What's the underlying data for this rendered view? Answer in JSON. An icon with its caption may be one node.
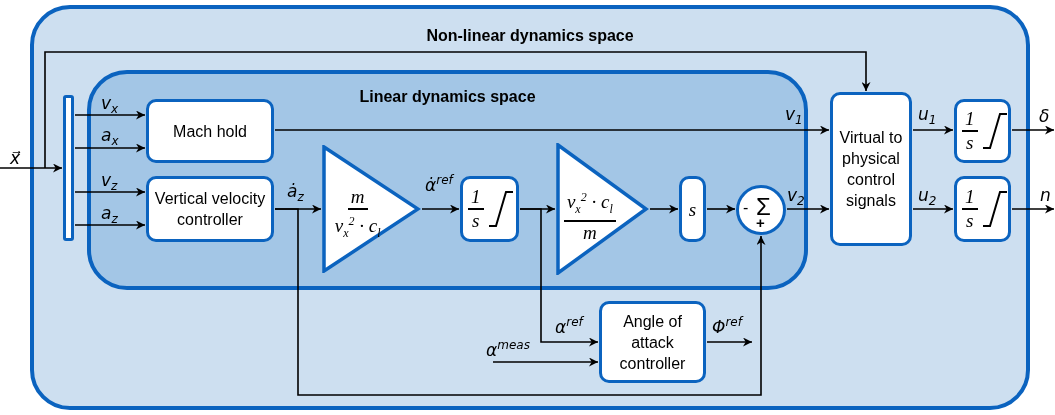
{
  "diagram": {
    "nodes": [
      {
        "text": [
          "Non-linear dynamics space"
        ]
      },
      {
        "text": [
          "Linear dynamics space"
        ],
        "in": 0
      },
      {
        "text": [],
        "shape": "bar",
        "in": 0
      },
      {
        "text": [
          "Mach hold"
        ],
        "in": 1
      },
      {
        "text": [
          "Vertical velocity controller"
        ],
        "in": 1
      },
      {
        "text": [
          "m",
          "v$_{x}$$^{2}$ · c$_{l}$"
        ],
        "in": 1
      },
      {
        "text": [
          "1",
          "s"
        ],
        "in": 1
      },
      {
        "text": [
          "v$_{x}$$^{2}$ · c$_{l}$",
          "m"
        ],
        "in": 1
      },
      {
        "text": [
          "s"
        ],
        "in": 1
      },
      {
        "text": [
          "-",
          "Σ",
          "+"
        ],
        "in": 1
      },
      {
        "text": [
          "Virtual to physical control signals"
        ],
        "in": 0
      },
      {
        "text": [
          "1",
          "s"
        ],
        "in": 0
      },
      {
        "text": [
          "1",
          "s"
        ],
        "in": 0
      },
      {
        "text": [
          "Angle of attack controller"
        ],
        "in": 0
      }
    ],
    "edges": [
      {
        "from": null,
        "to": 2,
        "arrow": "to",
        "label": "x⃗"
      },
      {
        "from": null,
        "to": 10,
        "arrow": "to"
      },
      {
        "from": 2,
        "to": 3,
        "arrow": "to",
        "label": "v$_{x}$"
      },
      {
        "from": 2,
        "to": 3,
        "arrow": "to",
        "label": "a$_{x}$"
      },
      {
        "from": 2,
        "to": 4,
        "arrow": "to",
        "label": "v$_{z}$"
      },
      {
        "from": 2,
        "to": 4,
        "arrow": "to",
        "label": "a$_{z}$"
      },
      {
        "from": 3,
        "to": 10,
        "arrow": "to",
        "label": "v$_{1}$"
      },
      {
        "from": 4,
        "to": 5,
        "arrow": "to",
        "label": "ȧ$_{z}$"
      },
      {
        "from": 4,
        "to": 9,
        "arrow": "to"
      },
      {
        "from": 5,
        "to": 6,
        "arrow": "to",
        "label": "α̇$^{ref}$"
      },
      {
        "from": 6,
        "to": 7,
        "arrow": "to"
      },
      {
        "from": 6,
        "to": 13,
        "arrow": "to",
        "label": "α$^{ref}$"
      },
      {
        "from": 7,
        "to": 8,
        "arrow": "to"
      },
      {
        "from": 8,
        "to": 9,
        "arrow": "to"
      },
      {
        "from": 9,
        "to": 10,
        "arrow": "to",
        "label": "v$_{2}$"
      },
      {
        "from": 10,
        "to": 11,
        "arrow": "to",
        "label": "u$_{1}$"
      },
      {
        "from": 10,
        "to": 12,
        "arrow": "to",
        "label": "u$_{2}$"
      },
      {
        "from": 11,
        "to": null,
        "arrow": "to",
        "label": "δ"
      },
      {
        "from": 12,
        "to": null,
        "arrow": "to",
        "label": "n"
      },
      {
        "from": null,
        "to": 13,
        "arrow": "to",
        "label": "α$^{meas}$"
      },
      {
        "from": 13,
        "to": null,
        "arrow": "to",
        "label": "Φ$^{ref}$"
      }
    ]
  }
}
